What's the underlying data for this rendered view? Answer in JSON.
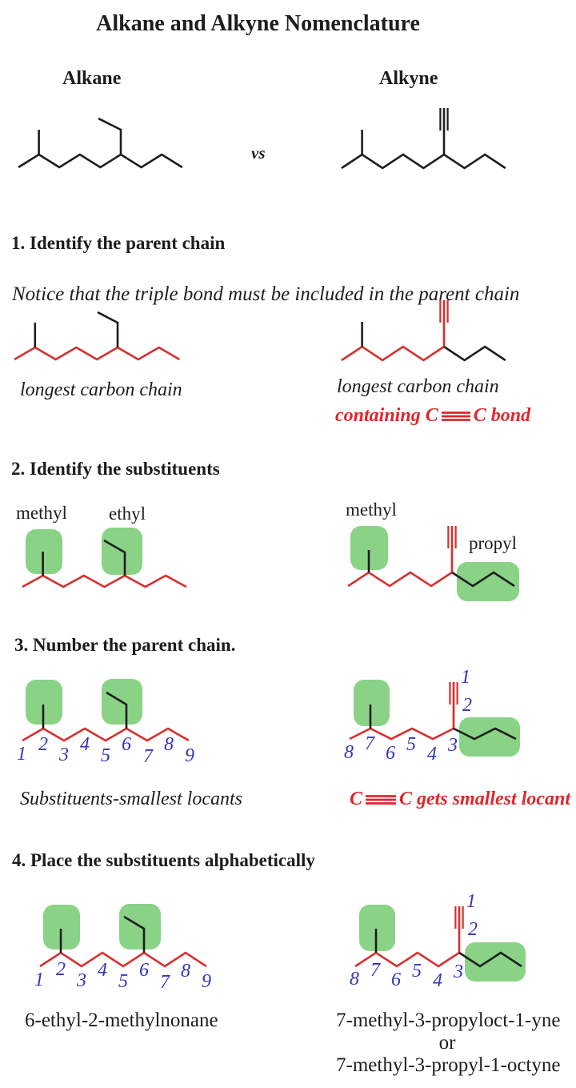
{
  "title": "Alkane and Alkyne Nomenclature",
  "overview": {
    "left_label": "Alkane",
    "right_label": "Alkyne",
    "versus": "vs"
  },
  "steps": [
    {
      "heading": "1. Identify the parent chain",
      "note": "Notice that the triple bond must be included in the parent chain",
      "left_caption": "longest carbon chain",
      "right_caption": "longest carbon chain",
      "right_caption2_pre": "containing C",
      "right_caption2_post": "C bond"
    },
    {
      "heading": "2. Identify the substituents",
      "labels": {
        "left_methyl": "methyl",
        "left_ethyl": "ethyl",
        "right_methyl": "methyl",
        "right_propyl": "propyl"
      }
    },
    {
      "heading": "3. Number the parent chain.",
      "left_caption": "Substituents-smallest locants",
      "right_caption_pre": "C",
      "right_caption_post": "C gets smallest locant"
    },
    {
      "heading": "4. Place the substituents alphabetically",
      "left_name": "6-ethyl-2-methylnonane",
      "right_name_line1": "7-methyl-3-propyloct-1-yne",
      "right_name_or": "or",
      "right_name_line2": "7-methyl-3-propyl-1-octyne"
    }
  ],
  "locants": {
    "alkane": [
      "1",
      "2",
      "3",
      "4",
      "5",
      "6",
      "7",
      "8",
      "9"
    ],
    "alkyne": [
      "1",
      "2",
      "3",
      "4",
      "5",
      "6",
      "7",
      "8"
    ]
  },
  "colors": {
    "chain_red": "#d5302e",
    "text_red": "#e0262c",
    "locant_blue": "#3434bb",
    "highlight_green": "#8ad386",
    "line_black": "#1d1d1d"
  }
}
